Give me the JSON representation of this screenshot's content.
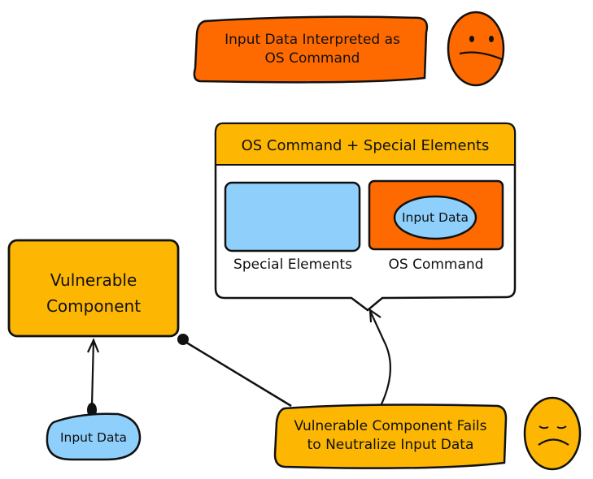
{
  "colors": {
    "orange": "#ff6a00",
    "amber": "#fdb702",
    "light_blue": "#8ecffb",
    "stroke": "#111111",
    "background": "#ffffff"
  },
  "top_callout": {
    "text_line1": "Input Data Interpreted as",
    "text_line2": "OS Command",
    "emoji": "frowning-face-icon"
  },
  "command_panel": {
    "title": "OS Command + Special Elements",
    "special_elements_label": "Special Elements",
    "os_command_label": "OS Command",
    "inner_input_label": "Input Data"
  },
  "vulnerable_component": {
    "line1": "Vulnerable",
    "line2": "Component"
  },
  "input_data_node": {
    "label": "Input Data"
  },
  "bottom_callout": {
    "text_line1": "Vulnerable Component Fails",
    "text_line2": "to Neutralize Input Data",
    "emoji": "sad-face-icon"
  }
}
